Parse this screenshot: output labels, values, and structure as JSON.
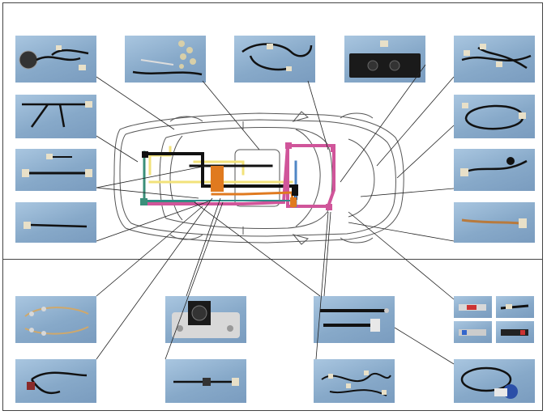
{
  "colors": {
    "background": "#ffffff",
    "photo_backdrop": "#8fb0d0",
    "harness_black": "#111111",
    "harness_yellow": "#f2e27a",
    "harness_orange": "#e07a1f",
    "harness_pink": "#d0559a",
    "harness_green": "#3b8f7a",
    "harness_blue": "#4f86c6",
    "harness_teal": "#2f8a8a",
    "car_outline": "#555555",
    "leader_line": "#222222"
  },
  "panels": [
    {
      "name": "photo-instrument-cluster-harness",
      "icon": "gauge-harness-icon"
    },
    {
      "name": "photo-lamp-socket-harness",
      "icon": "lamp-sockets-icon"
    },
    {
      "name": "photo-door-harness",
      "icon": "cable-loop-icon"
    },
    {
      "name": "photo-climate-control-unit",
      "icon": "control-panel-icon"
    },
    {
      "name": "photo-front-harness-assembly",
      "icon": "connector-cluster-icon"
    },
    {
      "name": "photo-branch-harness-left",
      "icon": "branch-cable-icon"
    },
    {
      "name": "photo-engine-loop-harness",
      "icon": "cable-loop-icon"
    },
    {
      "name": "photo-connector-pair-harness",
      "icon": "connector-pair-icon"
    },
    {
      "name": "photo-sensor-harness-right",
      "icon": "connector-pair-icon"
    },
    {
      "name": "photo-short-lead-left",
      "icon": "short-lead-icon"
    },
    {
      "name": "photo-single-wire-right",
      "icon": "short-lead-icon"
    },
    {
      "name": "photo-lighting-harness",
      "icon": "cable-loop-icon"
    },
    {
      "name": "photo-cooling-fan-module",
      "icon": "fan-icon"
    },
    {
      "name": "photo-battery-cable-pair",
      "icon": "battery-cable-icon"
    },
    {
      "name": "photo-fuse-strips",
      "icon": "fuse-icon"
    },
    {
      "name": "photo-sensor-lead",
      "icon": "short-lead-icon"
    },
    {
      "name": "photo-inline-connector-lead",
      "icon": "short-lead-icon"
    },
    {
      "name": "photo-main-harness-bundle",
      "icon": "connector-cluster-icon"
    },
    {
      "name": "photo-coiled-harness",
      "icon": "cable-loop-icon"
    }
  ]
}
